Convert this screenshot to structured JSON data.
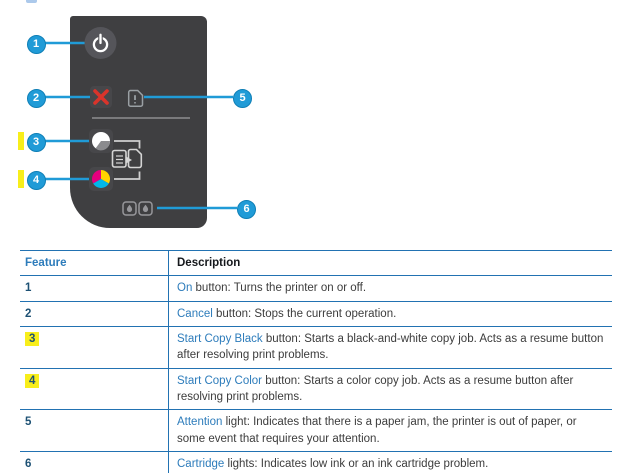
{
  "theme": {
    "accent_blue": "#209bd7",
    "table_rule_blue": "#2272b2",
    "link_blue": "#2d7cbb",
    "feature_number_blue": "#1d5174",
    "highlight_yellow": "#f8ee1b",
    "cancel_red": "#d9342b",
    "copy_magenta": "#e6007e",
    "copy_yellow": "#ffd400",
    "copy_cyan": "#00b7ea",
    "panel_gray": "#3f3f41"
  },
  "diagram": {
    "callouts": [
      "1",
      "2",
      "3",
      "4",
      "5",
      "6"
    ],
    "icons": [
      "power-icon",
      "cancel-x-icon",
      "attention-light-icon",
      "start-copy-black-icon",
      "start-copy-color-icon",
      "copy-pages-icon",
      "cartridge-lights-icon"
    ]
  },
  "table": {
    "header": {
      "feature": "Feature",
      "description": "Description"
    },
    "rows": [
      {
        "num": "1",
        "highlight": false,
        "term": "On",
        "desc": " button: Turns the printer on or off."
      },
      {
        "num": "2",
        "highlight": false,
        "term": "Cancel",
        "desc": " button: Stops the current operation."
      },
      {
        "num": "3",
        "highlight": true,
        "term": "Start Copy Black",
        "desc": " button: Starts a black-and-white copy job. Acts as a resume button after resolving print problems."
      },
      {
        "num": "4",
        "highlight": true,
        "term": "Start Copy Color",
        "desc": " button: Starts a color copy job. Acts as a resume button after resolving print problems."
      },
      {
        "num": "5",
        "highlight": false,
        "term": "Attention",
        "desc": " light: Indicates that there is a paper jam, the printer is out of paper, or some event that requires your attention."
      },
      {
        "num": "6",
        "highlight": false,
        "term": "Cartridge",
        "desc": " lights: Indicates low ink or an ink cartridge problem."
      }
    ]
  }
}
